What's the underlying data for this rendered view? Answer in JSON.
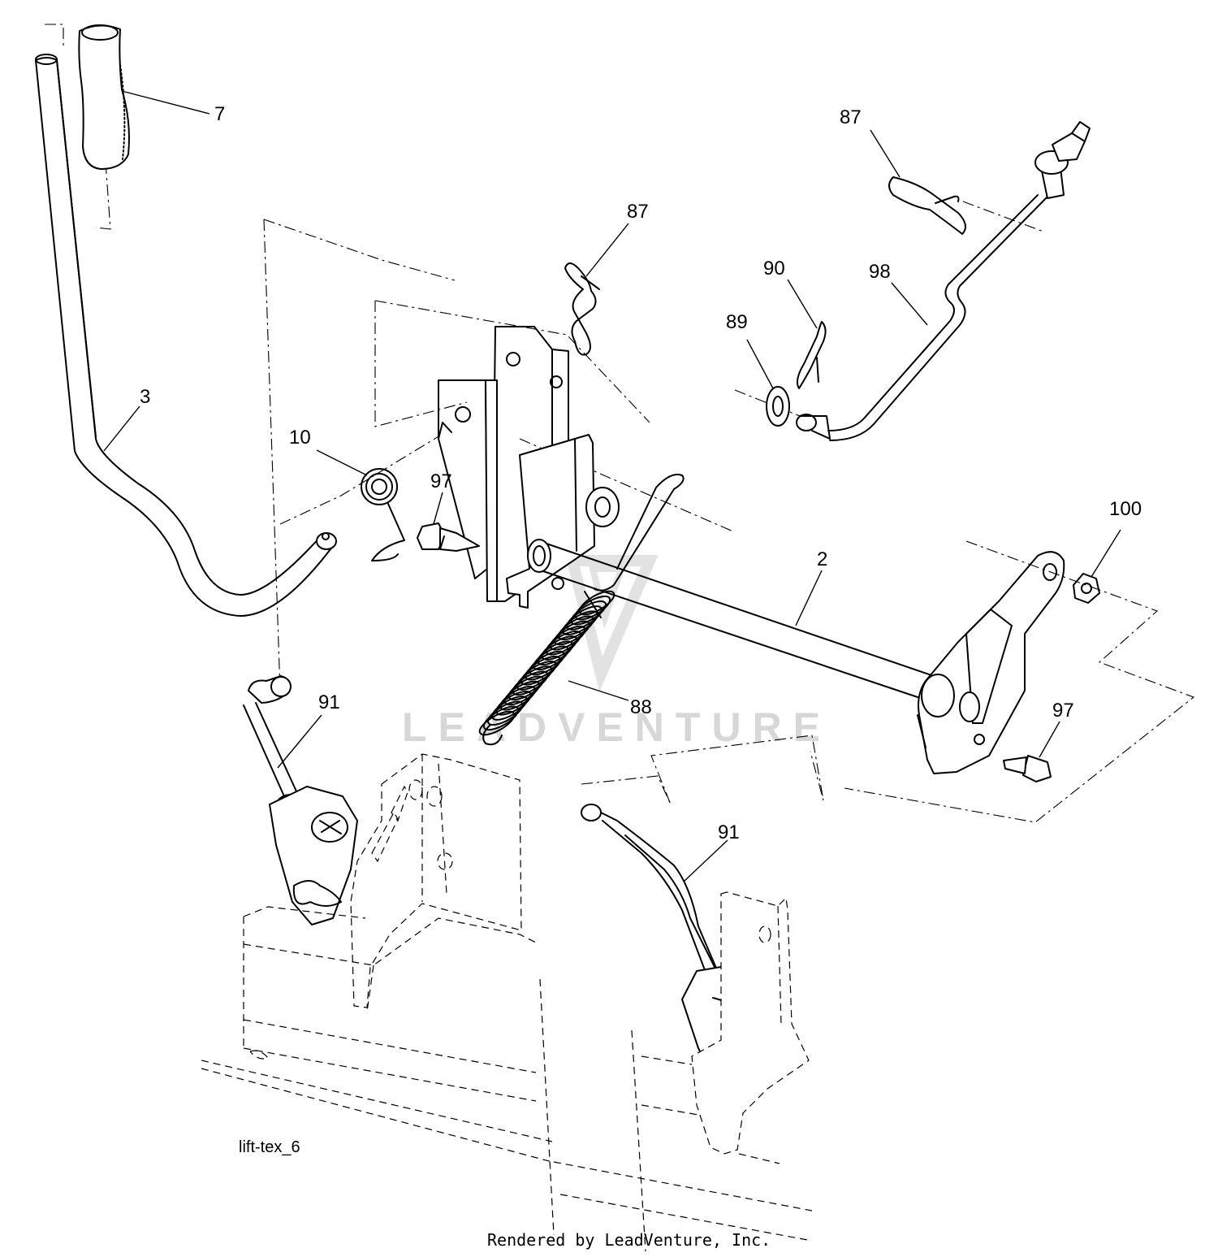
{
  "diagram": {
    "callouts": {
      "c7": "7",
      "c3": "3",
      "c87a": "87",
      "c87b": "87",
      "c90": "90",
      "c98": "98",
      "c89": "89",
      "c10": "10",
      "c97a": "97",
      "c2": "2",
      "c100": "100",
      "c88": "88",
      "c91a": "91",
      "c91b": "91",
      "c97b": "97"
    },
    "watermark": "LEADVENTURE",
    "figure_id": "lift-tex_6",
    "footer": "Rendered by LeadVenture, Inc."
  },
  "colors": {
    "line": "#000000",
    "background": "#ffffff",
    "watermark": "#d7d7d7"
  }
}
